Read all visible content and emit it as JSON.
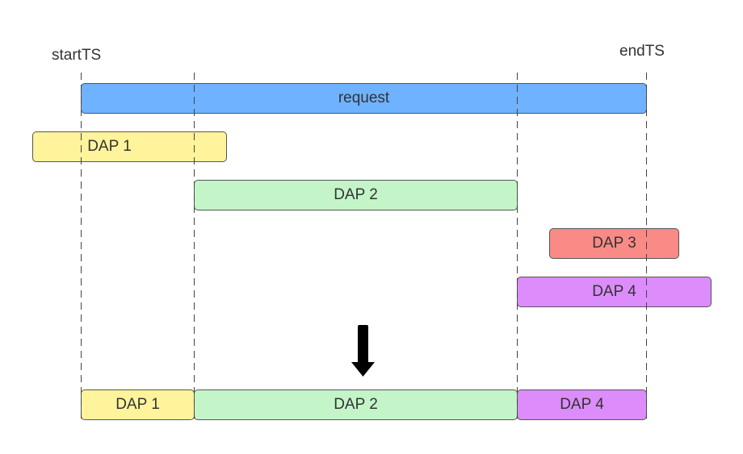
{
  "labels": {
    "start": "startTS",
    "end": "endTS"
  },
  "bars": {
    "request": {
      "label": "request",
      "color": "#6fb2ff"
    },
    "dap1": {
      "label": "DAP 1",
      "color": "#fff39c"
    },
    "dap2": {
      "label": "DAP 2",
      "color": "#c3f5c9"
    },
    "dap3": {
      "label": "DAP 3",
      "color": "#fa8a86"
    },
    "dap4": {
      "label": "DAP 4",
      "color": "#dc8cfb"
    }
  },
  "result": {
    "dap1": {
      "label": "DAP 1",
      "color": "#fff39c"
    },
    "dap2": {
      "label": "DAP 2",
      "color": "#c3f5c9"
    },
    "dap4": {
      "label": "DAP 4",
      "color": "#dc8cfb"
    }
  },
  "arrow_icon": "down-arrow-icon"
}
